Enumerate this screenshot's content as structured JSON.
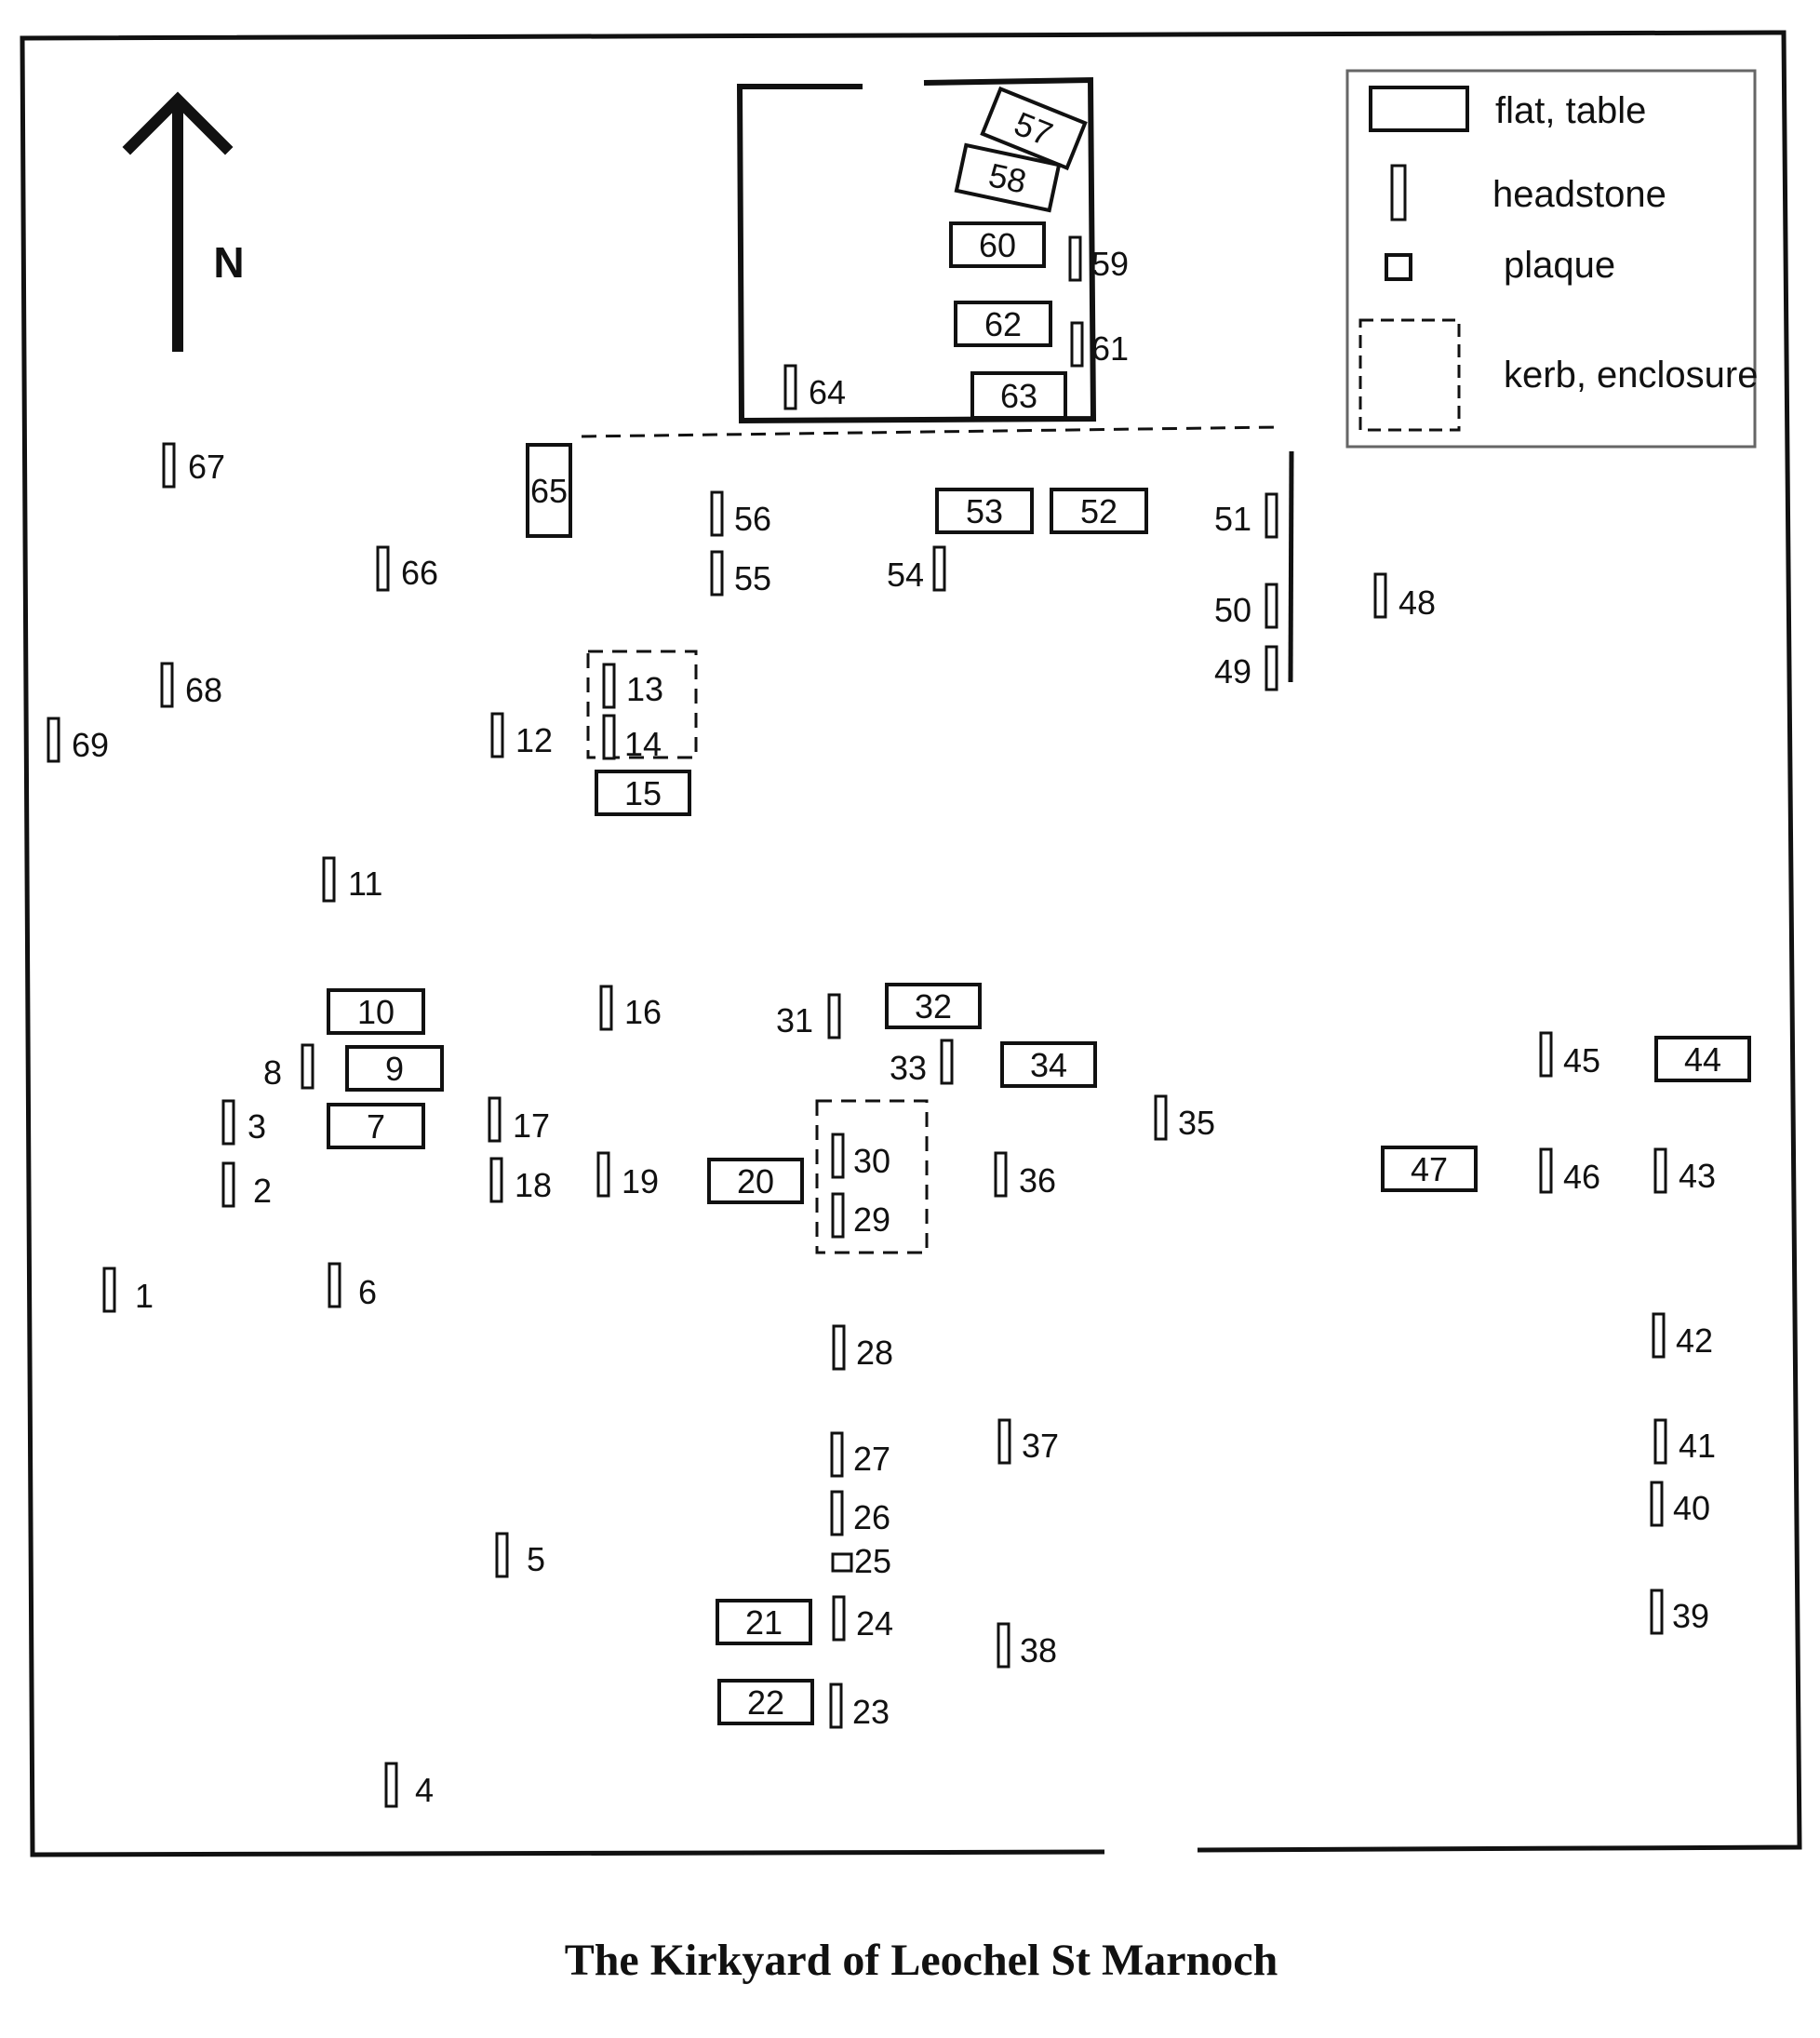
{
  "title": "The Kirkyard of Leochel St Marnoch",
  "north_label": "N",
  "legend": {
    "flat": "flat, table",
    "headstone": "headstone",
    "plaque": "plaque",
    "kerb": "kerb, enclosure"
  },
  "graves": [
    {
      "id": "57",
      "type": "flat"
    },
    {
      "id": "58",
      "type": "flat"
    },
    {
      "id": "60",
      "type": "flat"
    },
    {
      "id": "62",
      "type": "flat"
    },
    {
      "id": "63",
      "type": "flat"
    },
    {
      "id": "65",
      "type": "flat"
    },
    {
      "id": "53",
      "type": "flat"
    },
    {
      "id": "52",
      "type": "flat"
    },
    {
      "id": "15",
      "type": "flat"
    },
    {
      "id": "10",
      "type": "flat"
    },
    {
      "id": "9",
      "type": "flat"
    },
    {
      "id": "7",
      "type": "flat"
    },
    {
      "id": "32",
      "type": "flat"
    },
    {
      "id": "34",
      "type": "flat"
    },
    {
      "id": "20",
      "type": "flat"
    },
    {
      "id": "44",
      "type": "flat"
    },
    {
      "id": "47",
      "type": "flat"
    },
    {
      "id": "21",
      "type": "flat"
    },
    {
      "id": "22",
      "type": "flat"
    },
    {
      "id": "59",
      "type": "headstone"
    },
    {
      "id": "61",
      "type": "headstone"
    },
    {
      "id": "64",
      "type": "headstone"
    },
    {
      "id": "67",
      "type": "headstone"
    },
    {
      "id": "56",
      "type": "headstone"
    },
    {
      "id": "55",
      "type": "headstone"
    },
    {
      "id": "54",
      "type": "headstone"
    },
    {
      "id": "51",
      "type": "headstone"
    },
    {
      "id": "50",
      "type": "headstone"
    },
    {
      "id": "49",
      "type": "headstone"
    },
    {
      "id": "48",
      "type": "headstone"
    },
    {
      "id": "66",
      "type": "headstone"
    },
    {
      "id": "68",
      "type": "headstone"
    },
    {
      "id": "69",
      "type": "headstone"
    },
    {
      "id": "12",
      "type": "headstone"
    },
    {
      "id": "13",
      "type": "headstone"
    },
    {
      "id": "14",
      "type": "headstone"
    },
    {
      "id": "11",
      "type": "headstone"
    },
    {
      "id": "16",
      "type": "headstone"
    },
    {
      "id": "31",
      "type": "headstone"
    },
    {
      "id": "33",
      "type": "headstone"
    },
    {
      "id": "8",
      "type": "headstone"
    },
    {
      "id": "3",
      "type": "headstone"
    },
    {
      "id": "17",
      "type": "headstone"
    },
    {
      "id": "35",
      "type": "headstone"
    },
    {
      "id": "45",
      "type": "headstone"
    },
    {
      "id": "30",
      "type": "headstone"
    },
    {
      "id": "29",
      "type": "headstone"
    },
    {
      "id": "2",
      "type": "headstone"
    },
    {
      "id": "18",
      "type": "headstone"
    },
    {
      "id": "19",
      "type": "headstone"
    },
    {
      "id": "36",
      "type": "headstone"
    },
    {
      "id": "46",
      "type": "headstone"
    },
    {
      "id": "43",
      "type": "headstone"
    },
    {
      "id": "1",
      "type": "headstone"
    },
    {
      "id": "6",
      "type": "headstone"
    },
    {
      "id": "28",
      "type": "headstone"
    },
    {
      "id": "42",
      "type": "headstone"
    },
    {
      "id": "27",
      "type": "headstone"
    },
    {
      "id": "37",
      "type": "headstone"
    },
    {
      "id": "41",
      "type": "headstone"
    },
    {
      "id": "26",
      "type": "headstone"
    },
    {
      "id": "40",
      "type": "headstone"
    },
    {
      "id": "5",
      "type": "headstone"
    },
    {
      "id": "24",
      "type": "headstone"
    },
    {
      "id": "39",
      "type": "headstone"
    },
    {
      "id": "38",
      "type": "headstone"
    },
    {
      "id": "23",
      "type": "headstone"
    },
    {
      "id": "4",
      "type": "headstone"
    },
    {
      "id": "25",
      "type": "plaque"
    }
  ]
}
